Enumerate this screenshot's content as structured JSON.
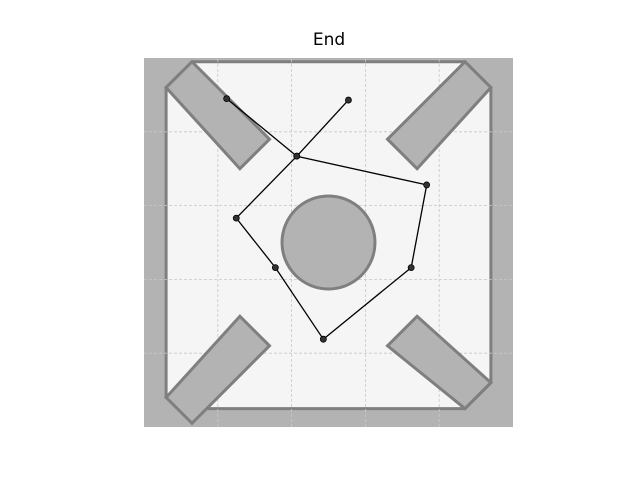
{
  "title": "End",
  "colors": {
    "obstacle_fill": "#b3b3b3",
    "obstacle_stroke": "#7f7f7f",
    "floor_fill": "#f5f5f5",
    "grid": "#c8c8c8",
    "path": "#000000",
    "node_fill": "#333333"
  },
  "chart_data": {
    "type": "path-diagram",
    "title": "End",
    "xlim": [
      0,
      5
    ],
    "ylim": [
      0,
      5
    ],
    "grid": true,
    "grid_ticks": [
      1,
      2,
      3,
      4
    ],
    "obstacles": {
      "circle": {
        "cx": 2.5,
        "cy": 2.5,
        "r": 0.63
      },
      "diagonal_bars": [
        [
          [
            0.3,
            4.6
          ],
          [
            0.65,
            4.95
          ],
          [
            1.7,
            3.9
          ],
          [
            1.3,
            3.5
          ]
        ],
        [
          [
            3.3,
            3.9
          ],
          [
            4.35,
            4.95
          ],
          [
            4.7,
            4.6
          ],
          [
            3.7,
            3.5
          ]
        ],
        [
          [
            0.3,
            0.4
          ],
          [
            1.3,
            1.5
          ],
          [
            1.7,
            1.1
          ],
          [
            0.65,
            0.05
          ]
        ],
        [
          [
            3.3,
            1.1
          ],
          [
            3.7,
            1.5
          ],
          [
            4.7,
            0.6
          ],
          [
            4.35,
            0.25
          ]
        ]
      ],
      "frame_outer": [
        [
          0,
          0
        ],
        [
          5,
          0
        ],
        [
          5,
          5
        ],
        [
          0,
          5
        ]
      ],
      "floor_inner": [
        [
          0.3,
          4.6
        ],
        [
          0.65,
          4.95
        ],
        [
          4.35,
          4.95
        ],
        [
          4.7,
          4.6
        ],
        [
          4.7,
          0.6
        ],
        [
          4.35,
          0.25
        ],
        [
          0.65,
          0.25
        ],
        [
          0.3,
          0.4
        ]
      ]
    },
    "path": [
      [
        2.77,
        4.43
      ],
      [
        2.07,
        3.67
      ],
      [
        3.83,
        3.28
      ],
      [
        3.62,
        2.16
      ],
      [
        2.43,
        1.19
      ],
      [
        1.78,
        2.16
      ],
      [
        1.25,
        2.83
      ],
      [
        2.07,
        3.67
      ],
      [
        1.12,
        4.45
      ]
    ]
  }
}
